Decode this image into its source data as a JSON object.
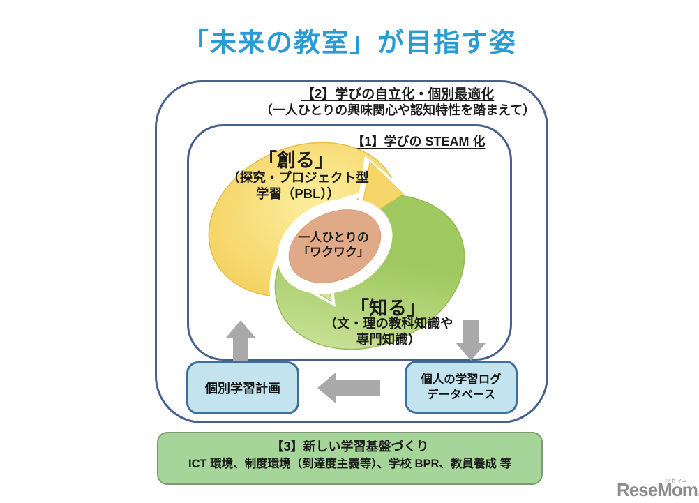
{
  "title": {
    "text": "「未来の教室」が目指す姿",
    "color": "#2a9bd5"
  },
  "outer_frame": {
    "heading": "【2】学びの自立化・個別最適化",
    "subheading": "（一人ひとりの興味関心や認知特性を踏まえて）"
  },
  "inner_frame": {
    "heading": "【1】学びの STEAM 化"
  },
  "cycle": {
    "create": {
      "title": "「創る」",
      "subtitle_line1": "（探究・プロジェクト型",
      "subtitle_line2": "学習（PBL））"
    },
    "know": {
      "title": "「知る」",
      "subtitle_line1": "（文・理の教科知識や",
      "subtitle_line2": "専門知識）"
    },
    "center": {
      "line1": "一人ひとりの",
      "line2": "「ワクワク」"
    },
    "colors": {
      "create_light": "#fcee9e",
      "create_dark": "#f2cb52",
      "create_edge": "#e9bc45",
      "know_light": "#d6e8a8",
      "know_dark": "#9fc95f",
      "know_edge": "#93ba55",
      "center_fill": "#e0a987",
      "center_edge": "#d79a74"
    }
  },
  "boxes": {
    "plan_label": "個別学習計画",
    "log_line1": "個人の学習ログ",
    "log_line2": "データベース",
    "fill": "#c3e3ee",
    "border": "#3d6f9b"
  },
  "foundation": {
    "heading": "【3】新しい学習基盤づくり",
    "body": "ICT 環境、制度環境（到達度主義等）、学校 BPR、教員養成 等",
    "fill": "#a6d59a"
  },
  "logo": {
    "text": "ReseMom.",
    "ruby": "リセマム"
  },
  "frame_border_color": "#47608c",
  "arrow_color": "#a9a9a9"
}
